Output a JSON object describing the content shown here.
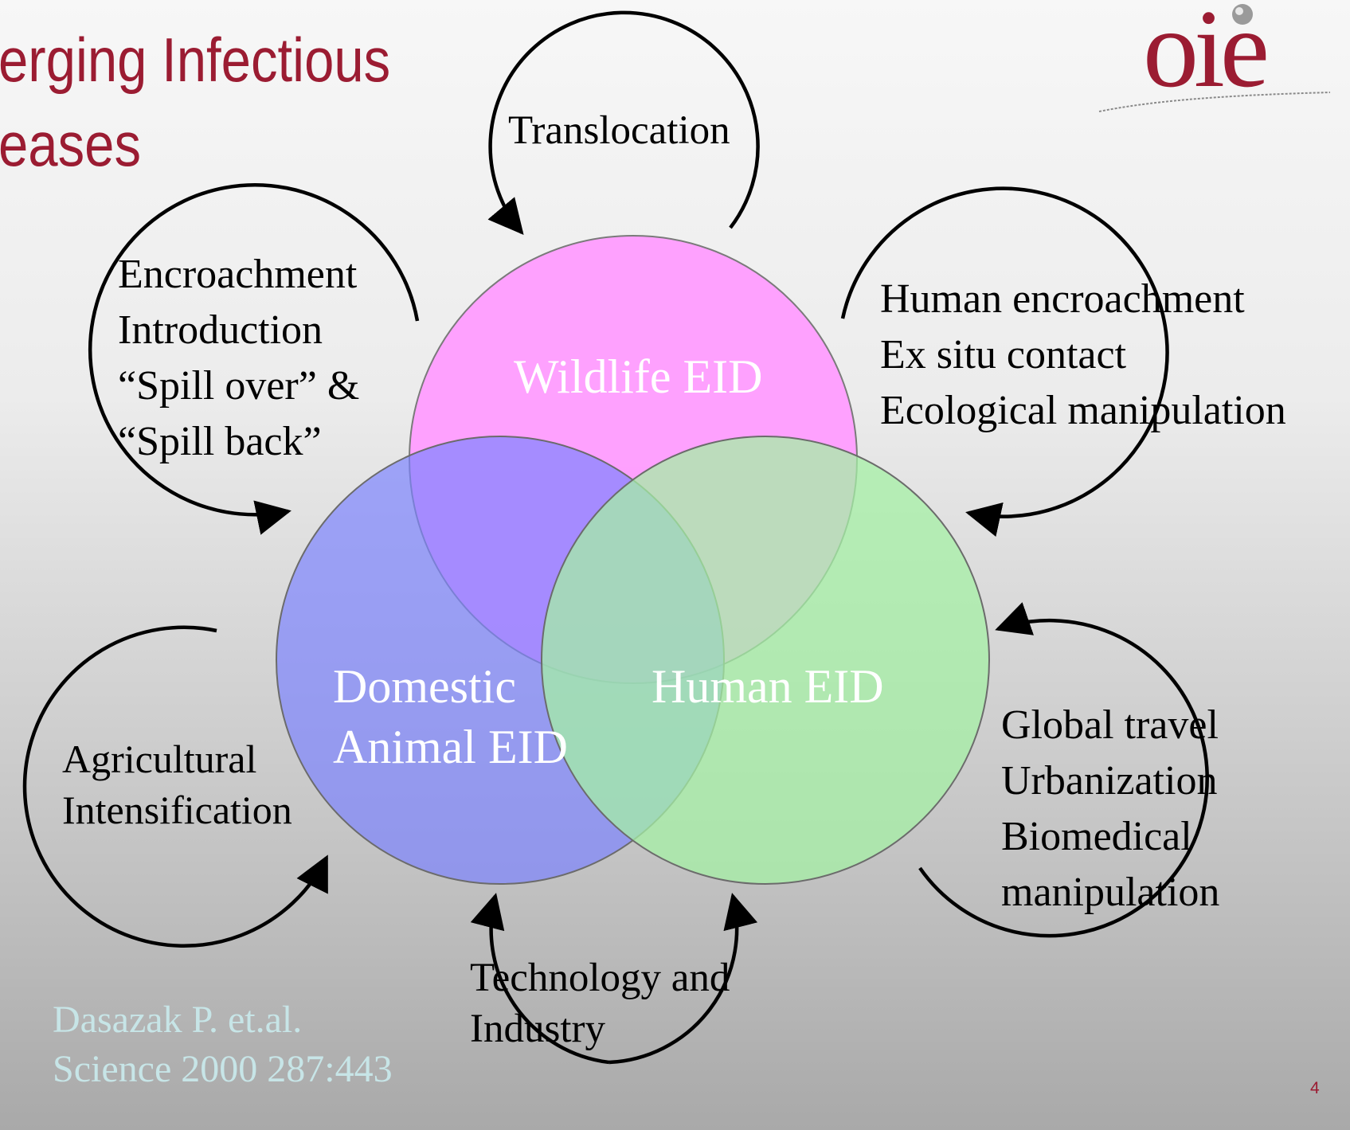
{
  "title": {
    "line1": "erging Infectious",
    "line2": "eases"
  },
  "circles": {
    "wildlife": {
      "label": "Wildlife EID",
      "color": "#ff9bff"
    },
    "domestic": {
      "line1": "Domestic",
      "line2": "Animal EID",
      "color": "#8f96ff"
    },
    "human": {
      "label": "Human EID",
      "color": "#a9eda9"
    }
  },
  "cycles": {
    "translocation": {
      "label": "Translocation"
    },
    "wildlife_domestic": {
      "lines": [
        "Encroachment",
        "Introduction",
        "“Spill over” &",
        "“Spill back”"
      ]
    },
    "wildlife_human": {
      "lines": [
        "Human encroachment",
        "Ex situ contact",
        "Ecological manipulation"
      ]
    },
    "agricultural": {
      "lines": [
        "Agricultural",
        "Intensification"
      ]
    },
    "technology": {
      "lines": [
        "Technology and",
        "Industry"
      ]
    },
    "global": {
      "lines": [
        "Global travel",
        "Urbanization",
        "Biomedical",
        "manipulation"
      ]
    }
  },
  "citation": {
    "line1": "Dasazak P. et.al.",
    "line2": "Science 2000 287:443"
  },
  "logo": {
    "text": "oie",
    "color": "#9b1c32"
  },
  "page_number": "4"
}
